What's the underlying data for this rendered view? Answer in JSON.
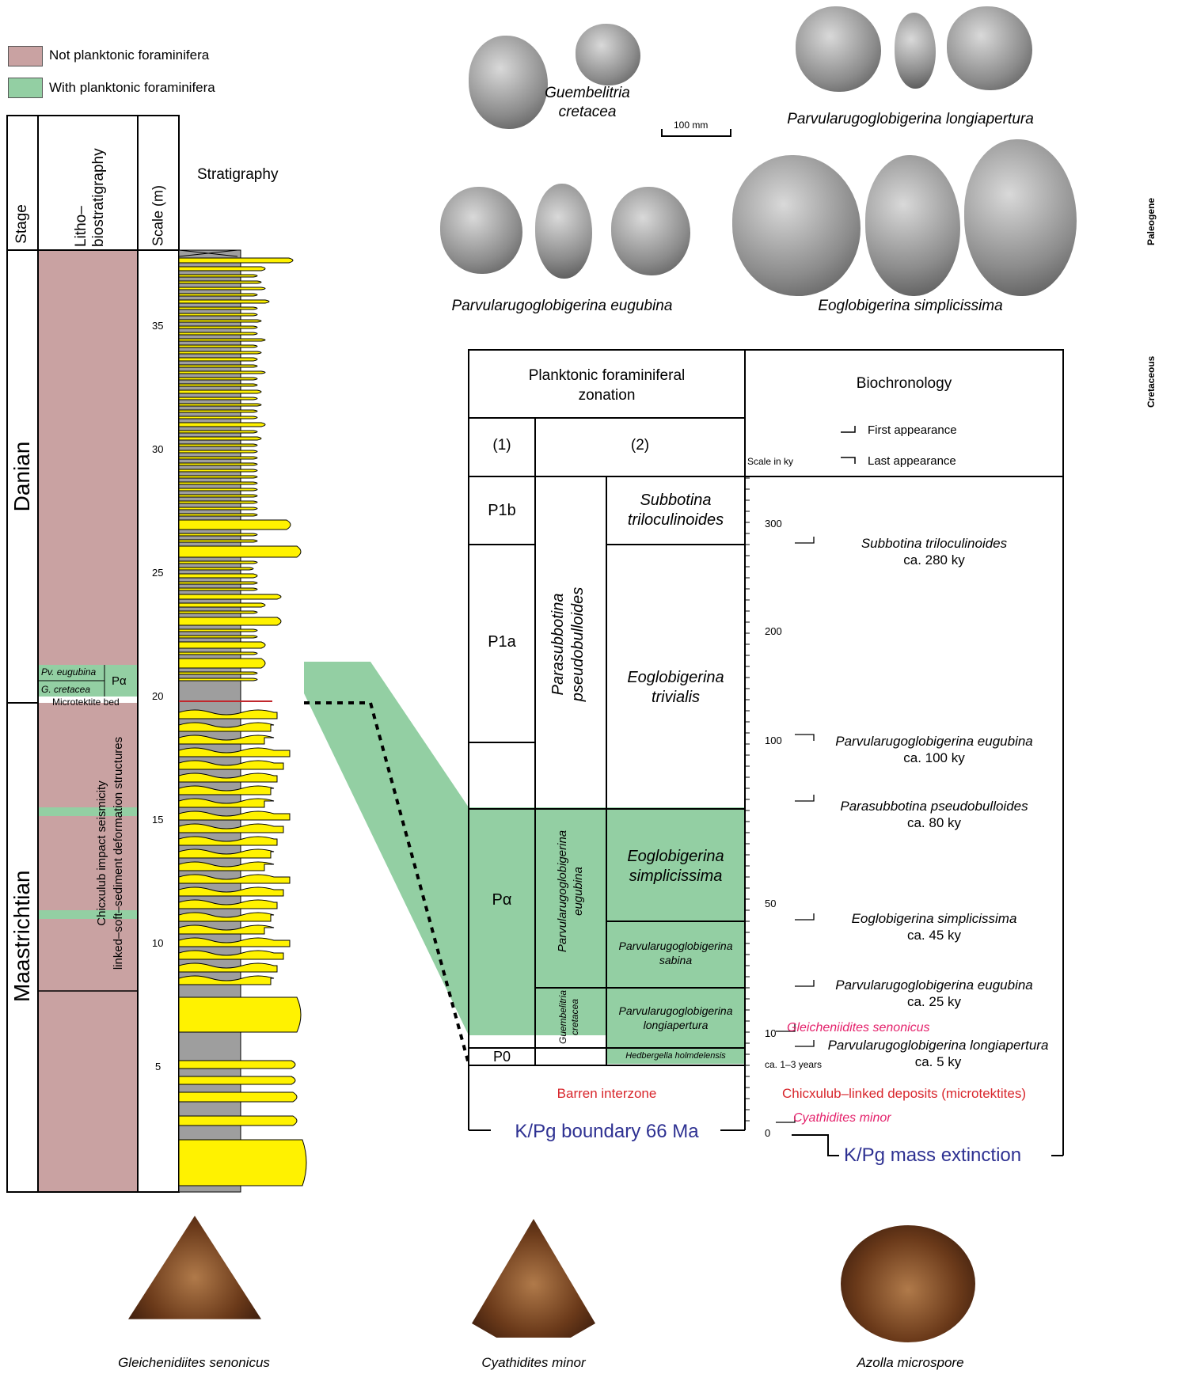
{
  "legend": {
    "not_planktonic": "Not planktonic foraminifera",
    "with_planktonic": "With planktonic foraminifera",
    "color_not": "#c9a2a2",
    "color_with": "#93cfa3"
  },
  "column_headers": {
    "stage": "Stage",
    "litho": "Litho–\nbiostratigraphy",
    "scale": "Scale (m)",
    "strat": "Stratigraphy"
  },
  "stages": {
    "danian": "Danian",
    "maastrichtian": "Maastrichtian"
  },
  "litho_labels": {
    "pv_eugubina": "Pv. eugubina",
    "g_cretacea": "G. cretacea",
    "palpha": "Pα",
    "microtektite": "Microtektite bed",
    "chicxulub_line1": "Chicxulub impact seismicity",
    "chicxulub_line2": "linked–soft–sediment deformation structures"
  },
  "scale_ticks": [
    "35",
    "30",
    "25",
    "20",
    "15",
    "10",
    "5"
  ],
  "foram_captions": {
    "guembelitria": "Guembelitria\ncretacea",
    "scale_bar": "100 mm",
    "longiapertura": "Parvularugoglobigerina longiapertura",
    "eugubina": "Parvularugoglobigerina eugubina",
    "simplicissima": "Eoglobigerina simplicissima"
  },
  "side_labels": {
    "paleogene": "Paleogene",
    "cretaceous": "Cretaceous"
  },
  "zonation": {
    "header": "Planktonic foraminiferal\nzonation",
    "col1": "(1)",
    "col2": "(2)",
    "p1b": "P1b",
    "p1a": "P1a",
    "palpha": "Pα",
    "p0": "P0",
    "parasubbotina": "Parasubbotina\npseudobulloides",
    "parvularugo_eugubina": "Parvularugoglobigerina\neugubina",
    "guembelitria": "Guembelitria\ncretacea",
    "subbotina": "Subbotina\ntriloculinoides",
    "eoglob_trivialis": "Eoglobigerina\ntrivialis",
    "eoglob_simplicissima": "Eoglobigerina\nsimplicissima",
    "sabina": "Parvularugoglobigerina\nsabina",
    "longiapertura": "Parvularugoglobigerina\nlongiapertura",
    "hedbergella": "Hedbergella holmdelensis",
    "barren": "Barren interzone",
    "boundary": "K/Pg boundary 66 Ma"
  },
  "biochronology": {
    "header": "Biochronology",
    "first_appearance": "First appearance",
    "last_appearance": "Last appearance",
    "scale_in_ky": "Scale in ky",
    "ticks": [
      "300",
      "200",
      "100",
      "50",
      "10",
      "0"
    ],
    "events": [
      {
        "name": "Subbotina triloculinoides",
        "age": "ca. 280 ky"
      },
      {
        "name": "Parvularugoglobigerina eugubina",
        "age": "ca. 100 ky"
      },
      {
        "name": "Parasubbotina pseudobulloides",
        "age": "ca. 80 ky"
      },
      {
        "name": "Eoglobigerina simplicissima",
        "age": "ca. 45 ky"
      },
      {
        "name": "Parvularugoglobigerina eugubina",
        "age": "ca. 25 ky"
      },
      {
        "name": "Parvularugoglobigerina longiapertura",
        "age": "ca. 5 ky"
      }
    ],
    "gleichenia": "Gleicheniidites senonicus",
    "ca_years": "ca. 1–3 years",
    "chicxulub": "Chicxulub–linked deposits (microtektites)",
    "cyathidites": "Cyathidites minor",
    "extinction": "K/Pg mass extinction"
  },
  "spore_captions": {
    "gleichenia": "Gleichenidiites senonicus",
    "cyathidites": "Cyathidites minor",
    "azolla": "Azolla microspore"
  }
}
